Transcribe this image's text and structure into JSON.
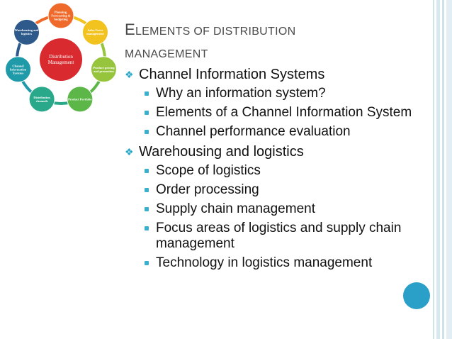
{
  "title": {
    "line1_cap": "E",
    "line1_rest": "LEMENTS OF DISTRIBUTION",
    "line2": "MANAGEMENT"
  },
  "bullets": [
    {
      "text": "Channel Information Systems",
      "children": [
        "Why an information system?",
        "Elements of a Channel Information System",
        "Channel performance evaluation"
      ]
    },
    {
      "text": "Warehousing and logistics",
      "children": [
        "Scope of logistics",
        "Order processing",
        "Supply chain management",
        "Focus areas of logistics and supply chain management",
        "Technology in logistics management"
      ]
    }
  ],
  "diagram": {
    "center": "Distribution Management",
    "nodes": [
      {
        "label": "Planning, Forecasting & budgeting",
        "color": "#ef6a2a"
      },
      {
        "label": "Sales Force management",
        "color": "#f2c21f"
      },
      {
        "label": "Product pricing and promotion",
        "color": "#97c43d"
      },
      {
        "label": "Product Portfolio",
        "color": "#5cb648"
      },
      {
        "label": "Distribution channels",
        "color": "#2aa88a"
      },
      {
        "label": "Channel Information Systems",
        "color": "#1f9aa8"
      },
      {
        "label": "Warehousing and logistics",
        "color": "#2d5a8a"
      }
    ],
    "center_color": "#d92a2f"
  },
  "colors": {
    "accent": "#2aa7c7",
    "corner_circle": "#2a9fc7",
    "title_text": "#4a4a4a"
  }
}
